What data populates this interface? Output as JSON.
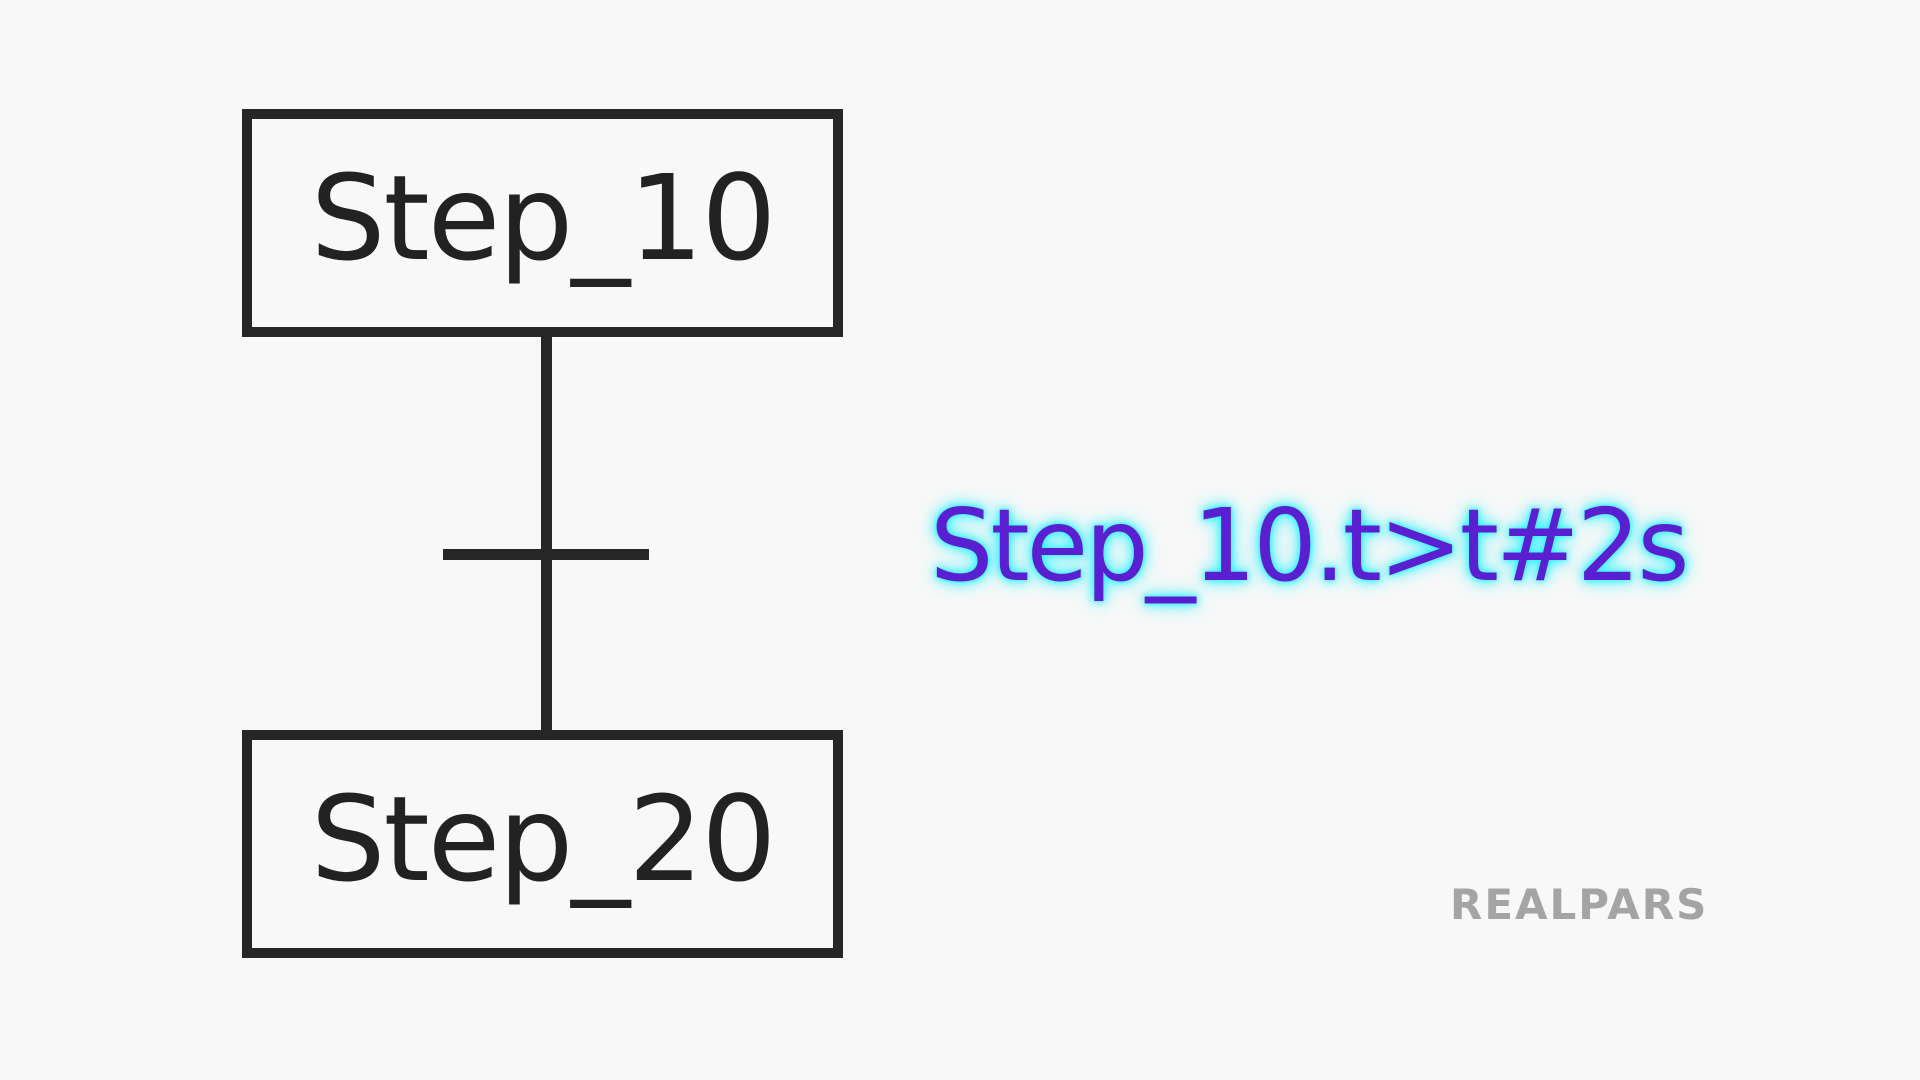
{
  "diagram": {
    "steps": [
      {
        "label": "Step_10"
      },
      {
        "label": "Step_20"
      }
    ],
    "transition": {
      "condition": "Step_10.t>t#2s"
    }
  },
  "branding": {
    "logo_text": "REALPARS"
  },
  "colors": {
    "background": "#f8f8f8",
    "line": "#262626",
    "condition_text": "#5a1fd0",
    "condition_glow": "#2ef2ff",
    "logo": "#a4a4a4"
  }
}
